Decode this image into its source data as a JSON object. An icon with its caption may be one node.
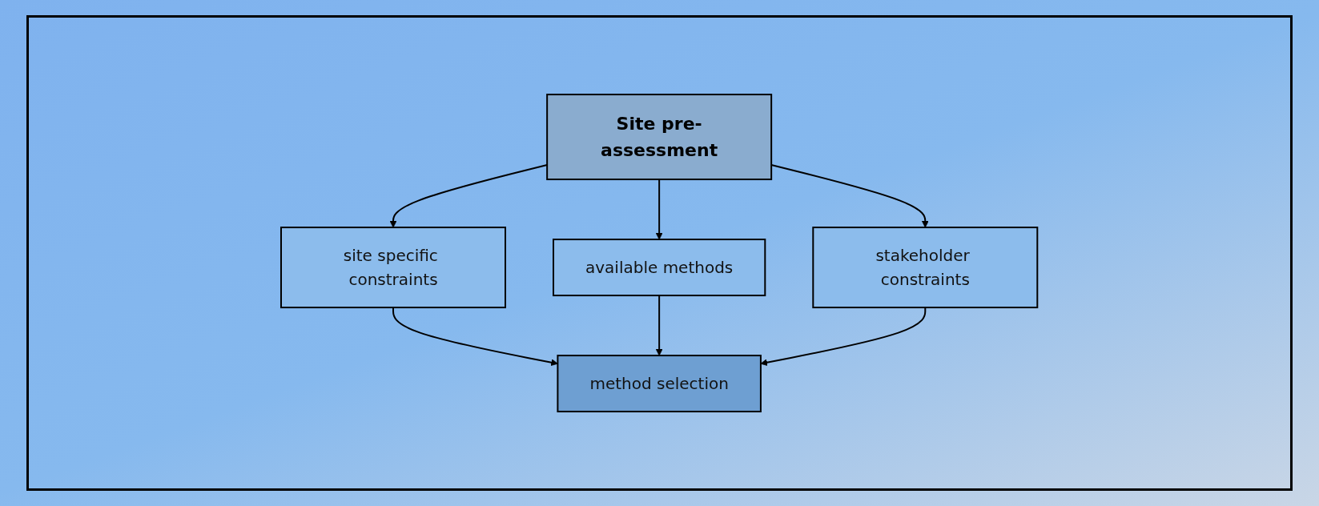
{
  "diagram": {
    "nodes": [
      {
        "text": [
          "Site pre-assessment"
        ]
      },
      {
        "text": [
          "site specific constraints"
        ]
      },
      {
        "text": [
          "available methods"
        ]
      },
      {
        "text": [
          "stakeholder constraints"
        ]
      },
      {
        "text": [
          "method selection"
        ]
      }
    ],
    "edges": [
      {
        "from": 0,
        "to": 1,
        "arrow": "to"
      },
      {
        "from": 0,
        "to": 2,
        "arrow": "to"
      },
      {
        "from": 0,
        "to": 3,
        "arrow": "to"
      },
      {
        "from": 1,
        "to": 4,
        "arrow": "to"
      },
      {
        "from": 2,
        "to": 4,
        "arrow": "to"
      },
      {
        "from": 3,
        "to": 4,
        "arrow": "to"
      }
    ]
  }
}
